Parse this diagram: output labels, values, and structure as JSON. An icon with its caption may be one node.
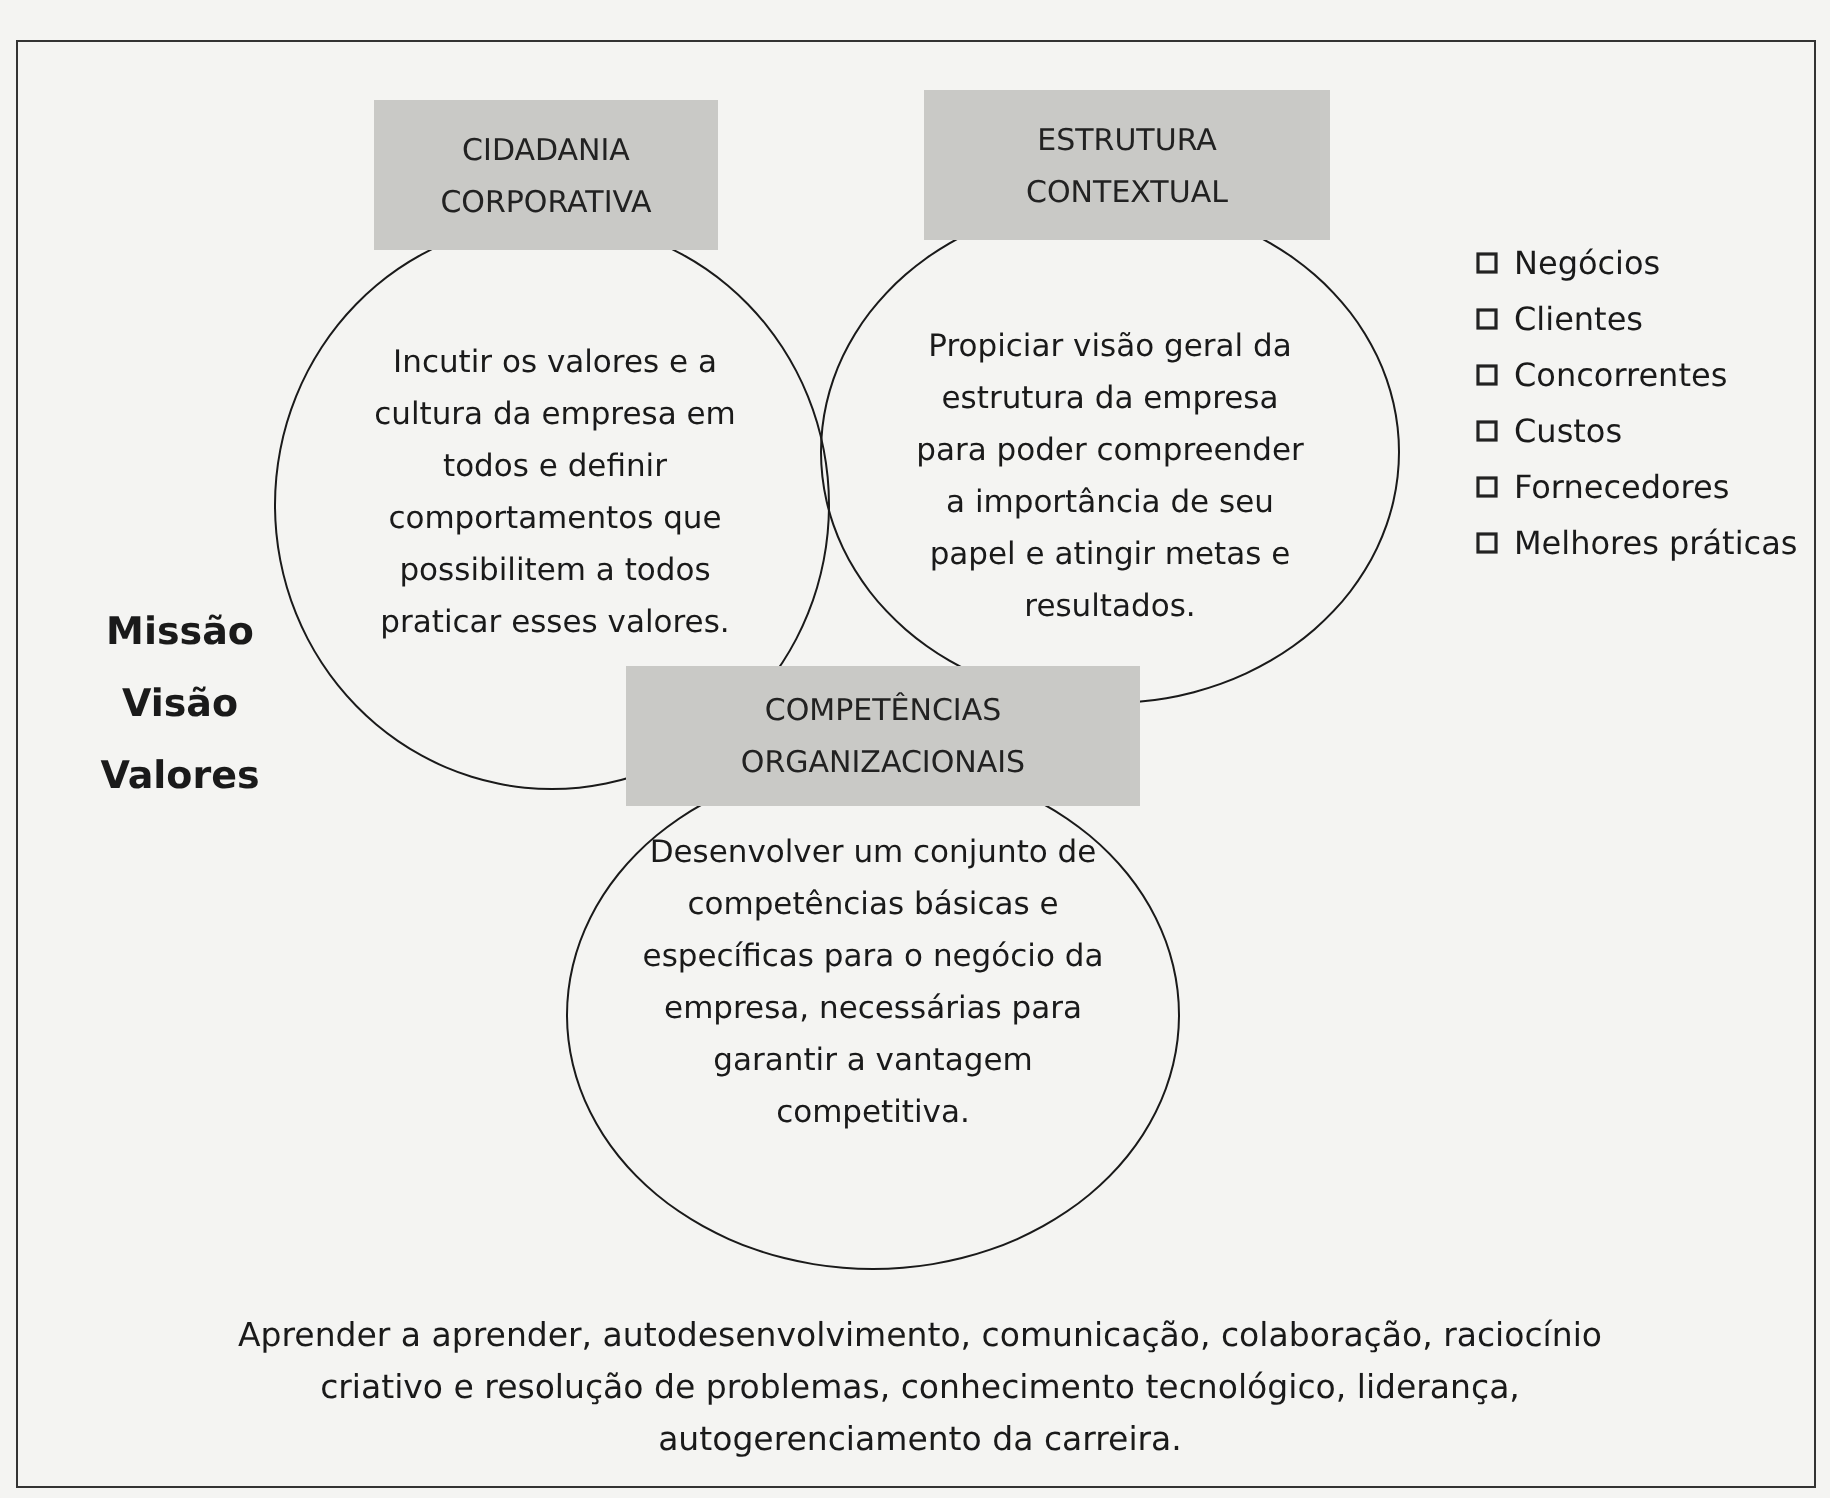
{
  "diagram": {
    "nodes": [
      {
        "text": [
          "CIDADANIA CORPORATIVA",
          "Incutir os valores e a cultura da empresa em todos e definir comportamentos que possibilitem a todos praticar esses valores."
        ]
      },
      {
        "text": [
          "ESTRUTURA CONTEXTUAL",
          "Propiciar visão geral da estrutura da empresa para poder compreender a importância de seu papel e atingir metas e resultados."
        ]
      },
      {
        "text": [
          "COMPETÊNCIAS ORGANIZACIONAIS",
          "Desenvolver um conjunto de competências básicas e específicas para o negócio da empresa, necessárias para garantir a vantagem competitiva."
        ]
      }
    ],
    "edges": [],
    "labels": [
      "Missão",
      "Visão",
      "Valores",
      "Negócios",
      "Clientes",
      "Concorrentes",
      "Custos",
      "Fornecedores",
      "Melhores práticas",
      "Aprender a aprender, autodesenvolvimento, comunicação, colaboração, raciocínio criativo e resolução de problemas, conhecimento tecnológico, liderança, autogerenciamento da carreira."
    ]
  }
}
